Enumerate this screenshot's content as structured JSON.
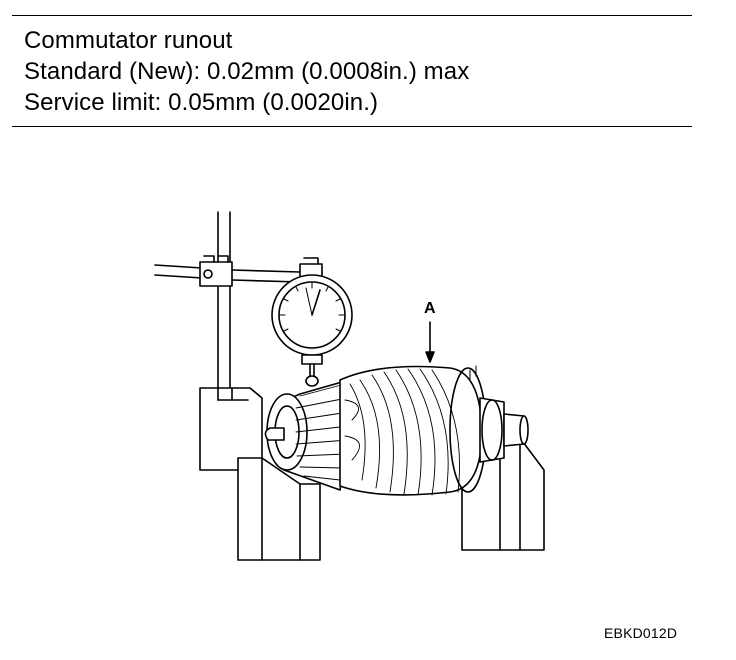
{
  "spec": {
    "title": "Commutator runout",
    "standard": "Standard (New):  0.02mm  (0.0008in.)  max",
    "service_limit": "Service limit:  0.05mm  (0.0020in.)"
  },
  "figure": {
    "callout_label": "A",
    "code": "EBKD012D"
  }
}
